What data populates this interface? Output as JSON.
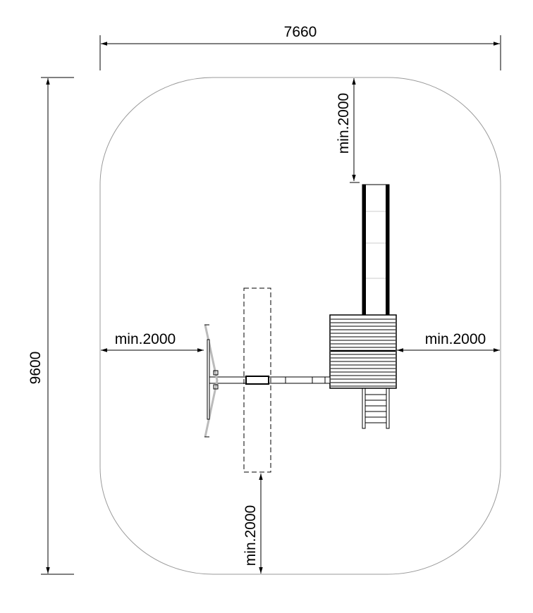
{
  "dimensions": {
    "width_label": "7660",
    "height_label": "9600",
    "clearance_top": "min.2000",
    "clearance_left": "min.2000",
    "clearance_right": "min.2000",
    "clearance_bottom": "min.2000"
  },
  "colors": {
    "line": "#000000",
    "boundary": "#9a9a9a"
  }
}
